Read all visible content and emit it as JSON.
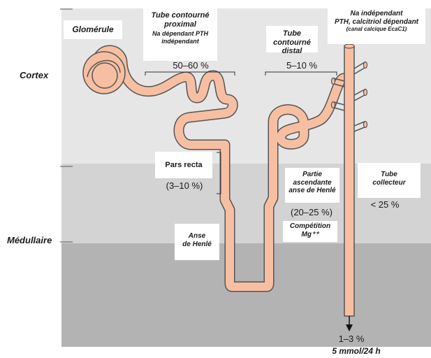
{
  "regions": {
    "cortex": "Cortex",
    "medulla": "Médullaire"
  },
  "labels": {
    "glomerule": "Glomérule",
    "tcp_title": "Tube contourné proximal",
    "tcp_line1": "Tube contourné",
    "tcp_line2": "proximal",
    "tcp_note1": "Na dépendant PTH",
    "tcp_note2": "indépendant",
    "tcd_line1": "Tube contourné",
    "tcd_line2": "distal",
    "collect_note1": "Na indépendant",
    "collect_note2": "PTH, calcitriol dépendant",
    "collect_note3": "(canal calcique EcaC1)",
    "pars_recta": "Pars recta",
    "partie_line1": "Partie",
    "partie_line2": "ascendante",
    "partie_line3": "anse de Henlé",
    "competition_line1": "Compétition",
    "competition_line2": "Mg⁺⁺",
    "anse_line1": "Anse",
    "anse_line2": "de Henlé",
    "tube_col_line1": "Tube",
    "tube_col_line2": "collecteur"
  },
  "percentages": {
    "proximal": "50–60 %",
    "distal": "5–10 %",
    "pars_recta": "(3–10 %)",
    "ascending": "(20–25 %)",
    "collector": "< 25 %",
    "excreted": "1–3 %"
  },
  "footer": "5 mmol/24 h",
  "colors": {
    "cortex_bg": "#e6e6e6",
    "medulla_outer_bg": "#d3d3d3",
    "medulla_inner_bg": "#b3b3b3",
    "tubule_fill": "#f7bfa2",
    "tubule_stroke": "#555555"
  }
}
